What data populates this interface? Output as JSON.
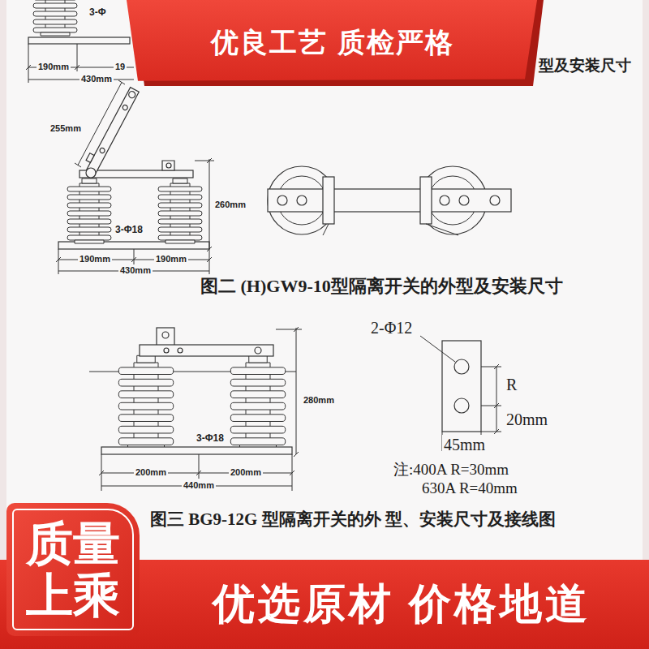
{
  "diagram": {
    "nodes": [
      {
        "text": [
          "优良工艺 质检严格"
        ]
      },
      {
        "text": [
          "质量上乘"
        ]
      },
      {
        "text": [
          "优选原材 价格地道"
        ]
      }
    ],
    "labels": [
      "3-Φ",
      "190mm",
      "19",
      "430mm",
      "型及安装尺寸",
      "255mm",
      "260mm",
      "3-Φ18",
      "190mm",
      "190mm",
      "430mm",
      "图二 (H)GW9-10型隔离开关的外型及安装尺寸",
      "2-Φ12",
      "R",
      "20mm",
      "45mm",
      "280mm",
      "3-Φ18",
      "200mm",
      "200mm",
      "440mm",
      "注:400A R=30mm",
      "630A R=40mm",
      "图三 BG9-12G 型隔离开关的外 型、安装尺寸及接线图"
    ]
  }
}
